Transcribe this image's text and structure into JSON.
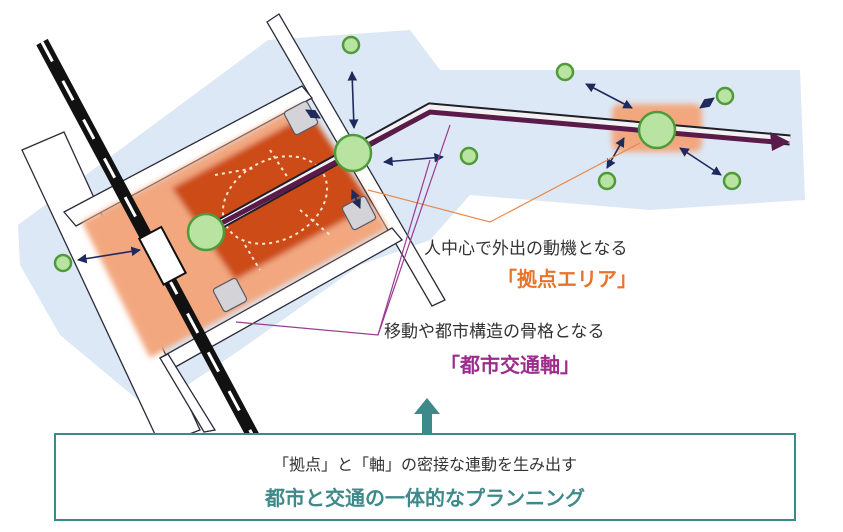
{
  "colors": {
    "background_band": "#dce8f6",
    "zone_light": "#f2a77f",
    "zone_dark": "#cc4b12",
    "node_fill": "#b9e3a1",
    "node_stroke": "#4f9a3a",
    "axis_color": "#5a1b4a",
    "base_orange": "#e8742a",
    "axis_purple": "#9c2d8c",
    "teal": "#3e8a8a",
    "connector_orange": "#e88a4c",
    "connector_purple": "#9b3a92"
  },
  "labels": {
    "base_desc": "人中心で外出の動機となる",
    "base_title": "「拠点エリア」",
    "axis_desc": "移動や都市構造の骨格となる",
    "axis_title": "「都市交通軸」"
  },
  "bottom": {
    "desc": "「拠点」と「軸」の密接な連動を生み出す",
    "title": "都市と交通の一体的なプランニング"
  },
  "icons": [
    "green-node-icon",
    "arrow-up-icon",
    "double-arrow-icon",
    "railway-icon",
    "station-icon"
  ]
}
